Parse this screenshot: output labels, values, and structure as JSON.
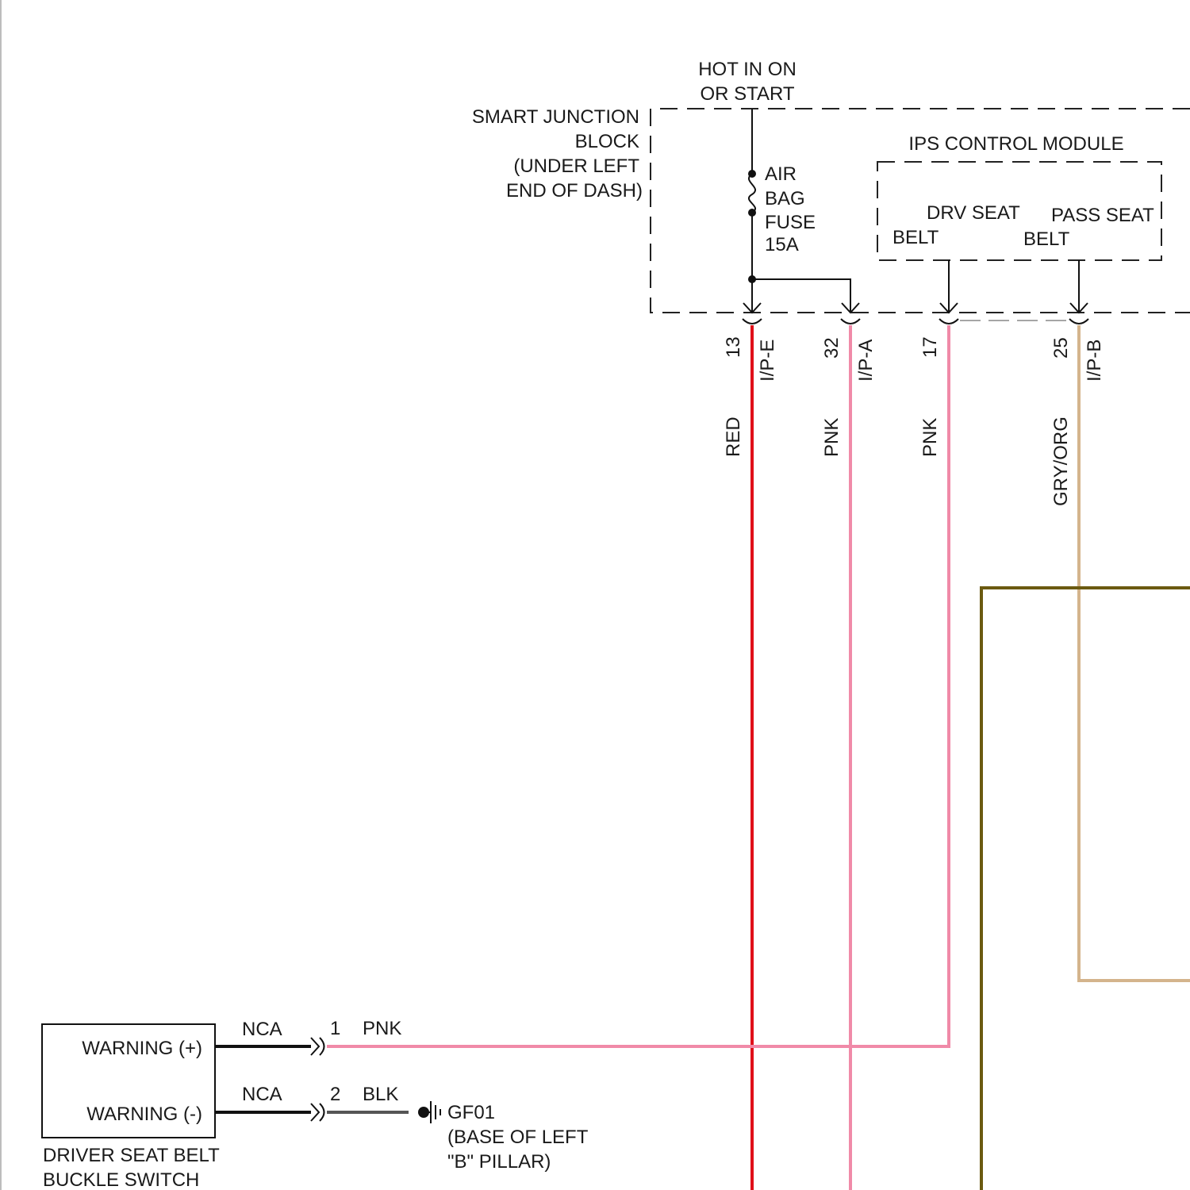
{
  "power": {
    "line1": "HOT IN ON",
    "line2": "OR START"
  },
  "sjb": {
    "line1": "SMART JUNCTION",
    "line2": "BLOCK",
    "line3": "(UNDER LEFT",
    "line4": "END OF DASH)"
  },
  "fuse": {
    "line1": "AIR",
    "line2": "BAG",
    "line3": "FUSE",
    "line4": "15A"
  },
  "ips": {
    "title": "IPS CONTROL MODULE",
    "drv_line1": "DRV SEAT",
    "drv_line2": "BELT",
    "pass_line1": "PASS SEAT",
    "pass_line2": "BELT"
  },
  "pins": [
    {
      "number": "13",
      "connector": "I/P-E",
      "color_label": "RED"
    },
    {
      "number": "32",
      "connector": "I/P-A",
      "color_label": "PNK"
    },
    {
      "number": "17",
      "connector": "",
      "color_label": "PNK"
    },
    {
      "number": "25",
      "connector": "I/P-B",
      "color_label": "GRY/ORG"
    }
  ],
  "wire_colors": {
    "red": "#e0101a",
    "pink": "#f08aa8",
    "gry_org": "#d4b48c",
    "olive": "#6b5a10",
    "black": "#111111",
    "gray": "#555555"
  },
  "switch": {
    "pin1_label": "WARNING (+)",
    "pin2_label": "WARNING (-)",
    "caption_line1": "DRIVER SEAT BELT",
    "caption_line2": "BUCKLE SWITCH"
  },
  "switch_wires": [
    {
      "conn": "NCA",
      "pin": "1",
      "color": "PNK"
    },
    {
      "conn": "NCA",
      "pin": "2",
      "color": "BLK"
    }
  ],
  "ground": {
    "id": "GF01",
    "line2": "(BASE OF LEFT",
    "line3": "\"B\" PILLAR)"
  }
}
